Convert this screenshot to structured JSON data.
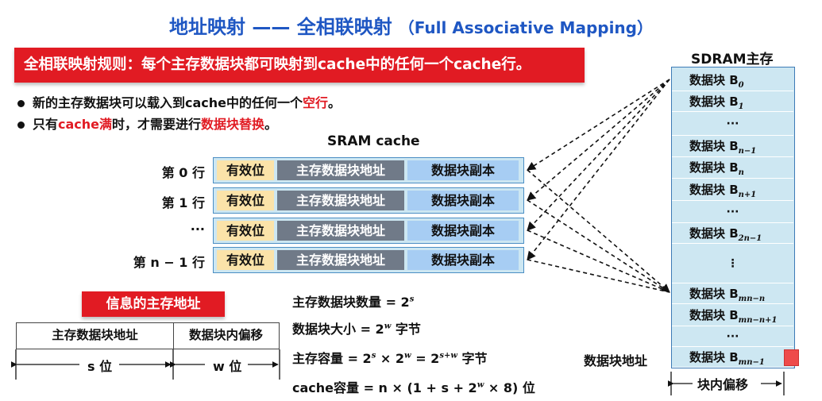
{
  "title": {
    "main": "地址映射 —— 全相联映射",
    "sub": "（Full Associative Mapping）"
  },
  "rule": "全相联映射规则：每个主存数据块都可映射到cache中的任何一个cache行。",
  "bullets": [
    {
      "pre": "新的主存数据块可以载入到cache中的任何一个",
      "red": "空行",
      "post": "。"
    },
    {
      "pre": "只有",
      "red": "cache满",
      "mid": "时，才需要进行",
      "red2": "数据块替换",
      "post": "。"
    }
  ],
  "sram": {
    "title": "SRAM  cache",
    "rows": [
      {
        "label": "第 0 行",
        "valid": "有效位",
        "addr": "主存数据块地址",
        "copy": "数据块副本"
      },
      {
        "label": "第 1 行",
        "valid": "有效位",
        "addr": "主存数据块地址",
        "copy": "数据块副本"
      },
      {
        "label": "···",
        "valid": "有效位",
        "addr": "主存数据块地址",
        "copy": "数据块副本"
      },
      {
        "label": "第 n − 1 行",
        "valid": "有效位",
        "addr": "主存数据块地址",
        "copy": "数据块副本"
      }
    ]
  },
  "address_info": {
    "title": "信息的主存地址",
    "col1": "主存数据块地址",
    "col2": "数据块内偏移",
    "col1_width": "s 位",
    "col2_width": "w 位"
  },
  "formulas": {
    "block_count": "主存数据块数量 = 2",
    "block_count_exp": "s",
    "block_size": "数据块大小 = 2",
    "block_size_exp": "w",
    "block_size_unit": " 字节",
    "capacity": "主存容量 = 2",
    "capacity_exp1": "s",
    "capacity_mid": " × 2",
    "capacity_exp2": "w",
    "capacity_eq": " = 2",
    "capacity_exp3": "s+w",
    "capacity_unit": " 字节",
    "cache_capacity_pre": "cache容量 = n × (1 + s + 2",
    "cache_capacity_exp": "w",
    "cache_capacity_post": " × 8) 位"
  },
  "sdram": {
    "title": "SDRAM主存",
    "block_prefix": "数据块 B",
    "blocks": [
      "0",
      "1",
      "···",
      "n−1",
      "n",
      "n+1",
      "···",
      "2n−1",
      "⋮",
      "mn−n",
      "mn−n+1",
      "···",
      "mn−1"
    ],
    "block_addr_label": "数据块地址",
    "offset_label": "块内偏移"
  },
  "colors": {
    "title_blue": "#1f57c3",
    "accent_red": "#e11b23",
    "cache_row_bg": "#cde7f2",
    "valid_bg": "#fbe3a9",
    "addr_bg": "#707a88",
    "copy_bg": "#a7cdf3"
  }
}
